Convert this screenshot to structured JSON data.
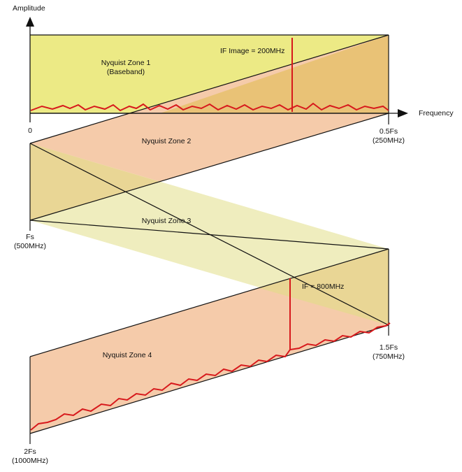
{
  "axes": {
    "y_label": "Amplitude",
    "x_label": "Frequency"
  },
  "ticks": [
    {
      "label": "0",
      "sub": ""
    },
    {
      "label": "0.5Fs",
      "sub": "(250MHz)"
    },
    {
      "label": "Fs",
      "sub": "(500MHz)"
    },
    {
      "label": "1.5Fs",
      "sub": "(750MHz)"
    },
    {
      "label": "2Fs",
      "sub": "(1000MHz)"
    }
  ],
  "zones": [
    {
      "name": "Nyquist Zone 1",
      "sub": "(Baseband)",
      "color": "#ECEA85"
    },
    {
      "name": "Nyquist Zone 2",
      "sub": "",
      "color": "#F5CBAA"
    },
    {
      "name": "Nyquist Zone 3",
      "sub": "",
      "color": "#EFEDBE"
    },
    {
      "name": "Nyquist Zone 4",
      "sub": "",
      "color": "#F5CBAA"
    }
  ],
  "overlap_color": "#E9C276",
  "overlap_color_light": "#E9D695",
  "signals": {
    "if_image_label": "IF Image = 200MHz",
    "if_label": "IF = 800MHz",
    "color": "#D7191C"
  },
  "chart_data": {
    "type": "diagram",
    "title": "Nyquist zone folding",
    "xlabel": "Frequency",
    "ylabel": "Amplitude",
    "zones": [
      {
        "name": "Nyquist Zone 1 (Baseband)",
        "range_mhz": [
          0,
          250
        ]
      },
      {
        "name": "Nyquist Zone 2",
        "range_mhz": [
          250,
          500
        ]
      },
      {
        "name": "Nyquist Zone 3",
        "range_mhz": [
          500,
          750
        ]
      },
      {
        "name": "Nyquist Zone 4",
        "range_mhz": [
          750,
          1000
        ]
      }
    ],
    "markers": [
      {
        "label": "IF Image = 200MHz",
        "freq_mhz": 200,
        "zone": 1
      },
      {
        "label": "IF = 800MHz",
        "freq_mhz": 800,
        "zone": 4
      }
    ],
    "tick_labels": [
      "0",
      "0.5Fs (250MHz)",
      "Fs (500MHz)",
      "1.5Fs (750MHz)",
      "2Fs (1000MHz)"
    ]
  }
}
